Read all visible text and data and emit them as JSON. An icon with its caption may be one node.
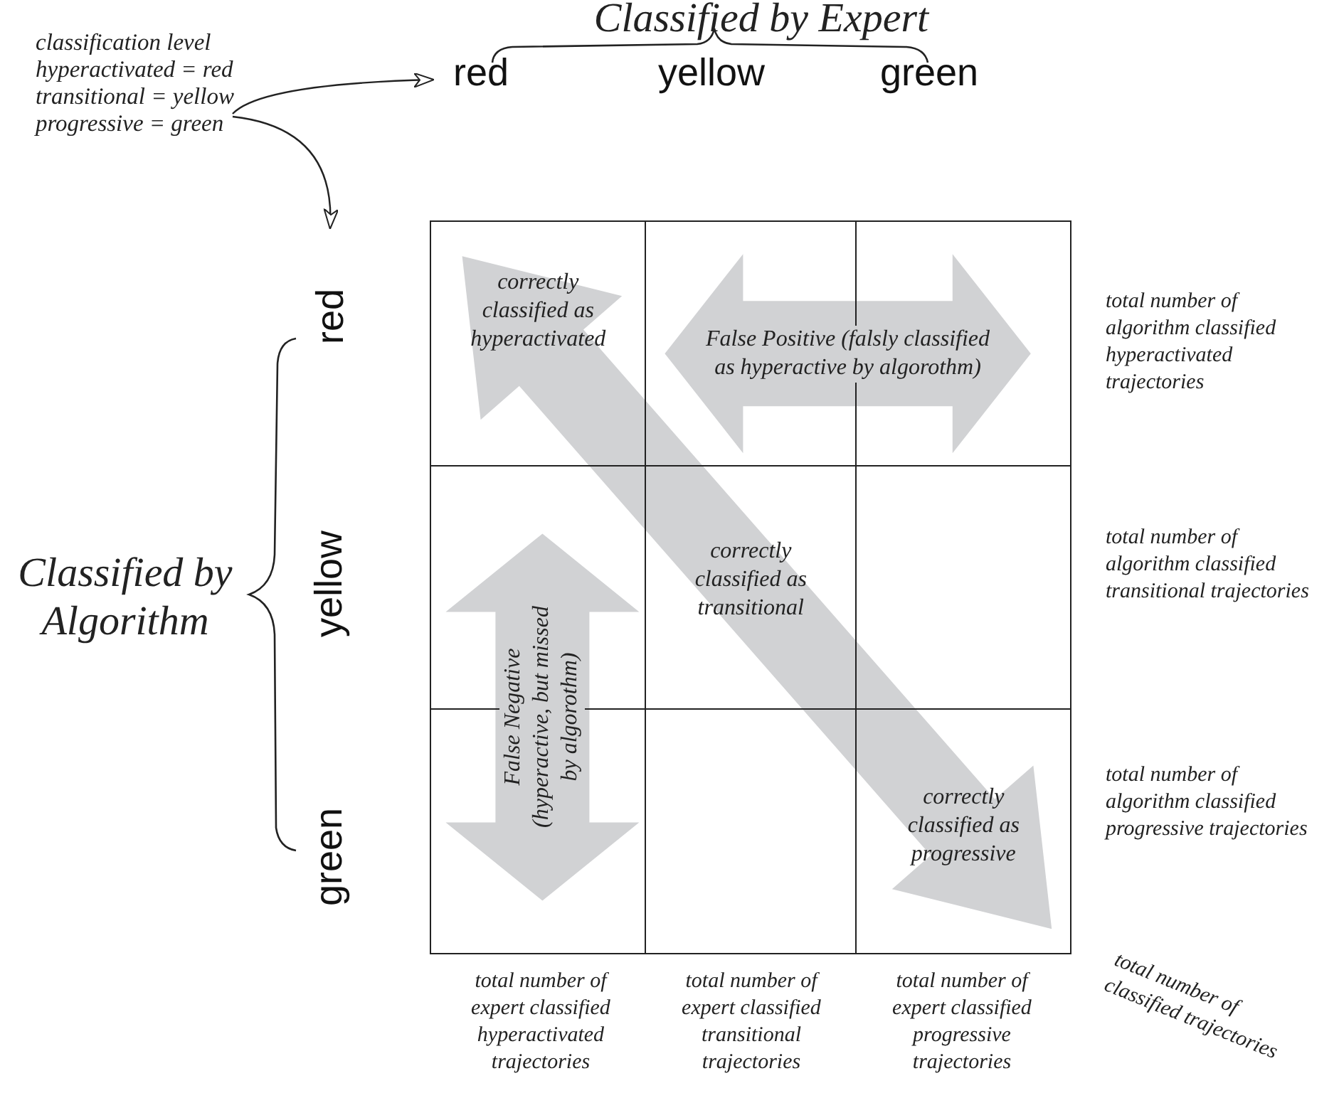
{
  "diagram": {
    "nodes": [
      {
        "text": [
          "classification level",
          "hyperactivated = red",
          "transitional = yellow",
          "progressive = green"
        ]
      },
      {
        "text": [
          "red"
        ]
      },
      {
        "text": [
          "red"
        ]
      },
      {
        "text": [
          "correctly classified as hyperactivated"
        ]
      },
      {
        "text": [],
        "shape": "box"
      },
      {
        "text": [],
        "shape": "box"
      },
      {
        "text": [],
        "shape": "box"
      },
      {
        "text": [
          "correctly classified as transitional"
        ]
      },
      {
        "text": [],
        "shape": "box"
      },
      {
        "text": [],
        "shape": "box"
      },
      {
        "text": [],
        "shape": "box"
      },
      {
        "text": [
          "correctly classified as progressive"
        ]
      }
    ],
    "edges": [
      {
        "from": 0,
        "to": 1,
        "arrow": "to"
      },
      {
        "from": 0,
        "to": 2,
        "arrow": "to"
      },
      {
        "from": 3,
        "to": 11,
        "arrow": "both",
        "style": "thick",
        "color": "#d1d2d4"
      },
      {
        "from": 4,
        "to": 5,
        "arrow": "both",
        "style": "thick",
        "color": "#d1d2d4",
        "label": "False Positive (falsly classified as hyperactive by algorothm)"
      },
      {
        "from": 6,
        "to": 9,
        "arrow": "both",
        "style": "thick",
        "color": "#d1d2d4",
        "label": "False Negative (hyperactive, but missed by algorothm)"
      }
    ],
    "labels": [
      "Classified by Expert",
      "yellow",
      "green",
      "total number of algorithm classified hyperactivated trajectories",
      "Classified by Algorithm",
      "yellow",
      "total number of algorithm classified transitional trajectories",
      "green",
      "total number of algorithm classified progressive trajectories",
      "total number of expert classified hyperactivated trajectories",
      "total number of expert classified transitional trajectories",
      "total number of expert classified progressive trajectories",
      "total number of classified trajectories"
    ]
  }
}
